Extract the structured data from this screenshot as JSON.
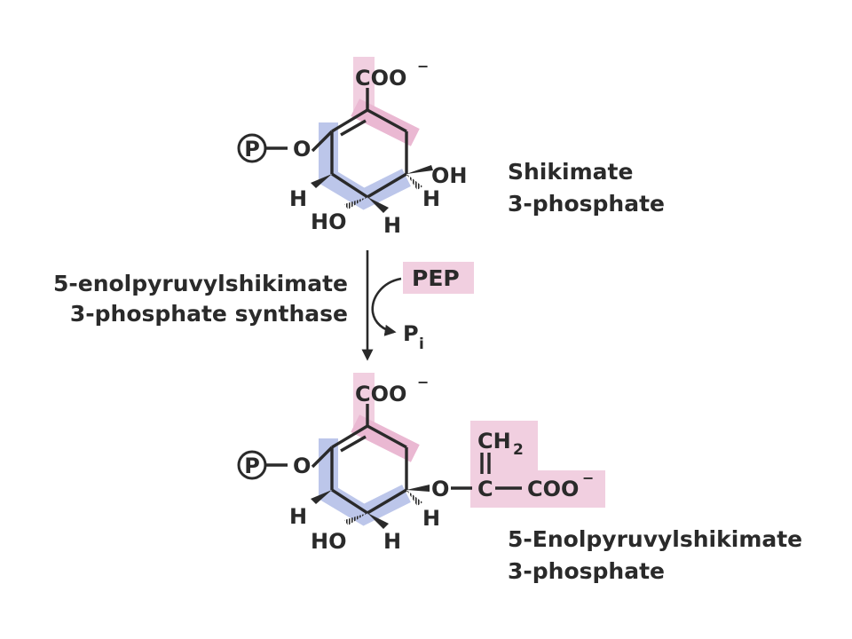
{
  "colors": {
    "ink": "#2a2a2a",
    "highlight_pink": "#f1cfe0",
    "highlight_blue": "#bcc6ea",
    "background": "#ffffff"
  },
  "top_molecule": {
    "carboxylate": "COO",
    "charge": "−",
    "phospho_symbol": "P",
    "ester_o": "O",
    "hydroxyl_right": "OH",
    "h_left": "H",
    "h_right": "H",
    "hydroxyl_bottom": "HO",
    "h_bottom": "H",
    "name_line1": "Shikimate",
    "name_line2": "3-phosphate"
  },
  "reaction": {
    "enzyme_line1": "5-enolpyruvylshikimate",
    "enzyme_line2": "3-phosphate synthase",
    "substrate": "PEP",
    "product_main": "P",
    "product_sub": "i"
  },
  "bottom_molecule": {
    "carboxylate": "COO",
    "charge": "−",
    "phospho_symbol": "P",
    "ester_o": "O",
    "ether_o": "O",
    "enol_c": "C",
    "methylene_main": "CH",
    "methylene_sub": "2",
    "enol_carboxylate": "COO",
    "enol_charge": "−",
    "h_left": "H",
    "h_right": "H",
    "hydroxyl_bottom": "HO",
    "h_bottom": "H",
    "name_line1": "5-Enolpyruvylshikimate",
    "name_line2": "3-phosphate"
  }
}
